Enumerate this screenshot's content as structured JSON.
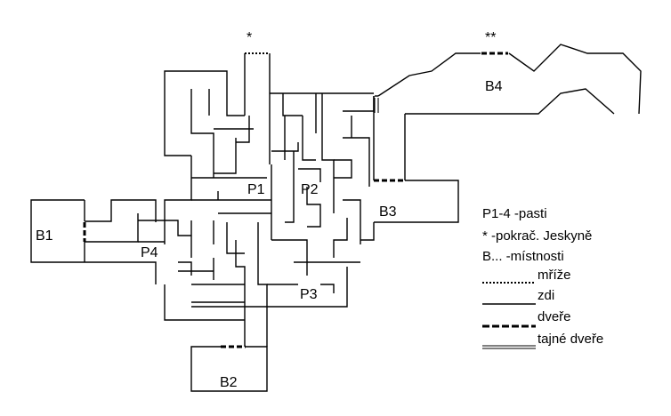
{
  "map": {
    "labels": {
      "star_single": "*",
      "star_double": "**",
      "b1": "B1",
      "b2": "B2",
      "b3": "B3",
      "b4": "B4",
      "p1": "P1",
      "p2": "P2",
      "p3": "P3",
      "p4": "P4"
    }
  },
  "legend": {
    "traps": "P1-4 -pasti",
    "cave_continues": "* -pokrač. Jeskyně",
    "rooms": "B... -místnosti",
    "grate": "mříže",
    "walls": "zdi",
    "doors": "dveře",
    "secret_doors": "tajné dveře"
  }
}
